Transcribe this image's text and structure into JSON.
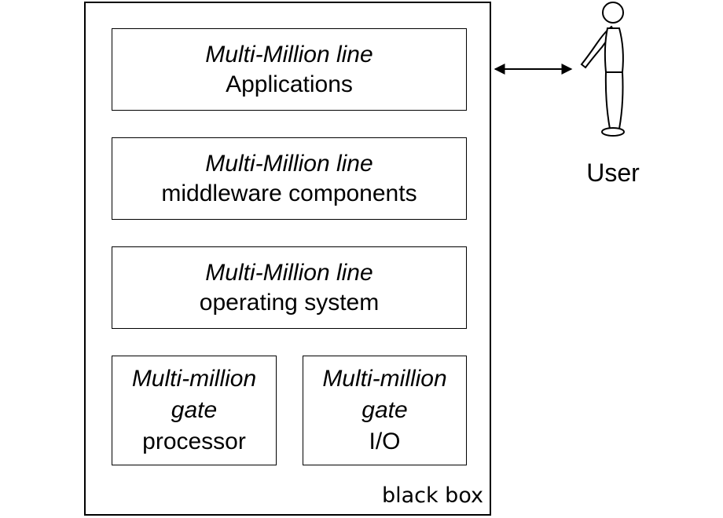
{
  "diagram": {
    "layers": [
      {
        "id": "applications",
        "line1": "Multi-Million line",
        "line2": "Applications"
      },
      {
        "id": "middleware",
        "line1": "Multi-Million line",
        "line2": "middleware components"
      },
      {
        "id": "os",
        "line1": "Multi-Million line",
        "line2": "operating system"
      }
    ],
    "hardware": [
      {
        "id": "processor",
        "line1": "Multi-million",
        "line2": "gate",
        "line3": "processor"
      },
      {
        "id": "io",
        "line1": "Multi-million",
        "line2": "gate",
        "line3": "I/O"
      }
    ],
    "container_label": "black box",
    "actor_label": "User"
  }
}
